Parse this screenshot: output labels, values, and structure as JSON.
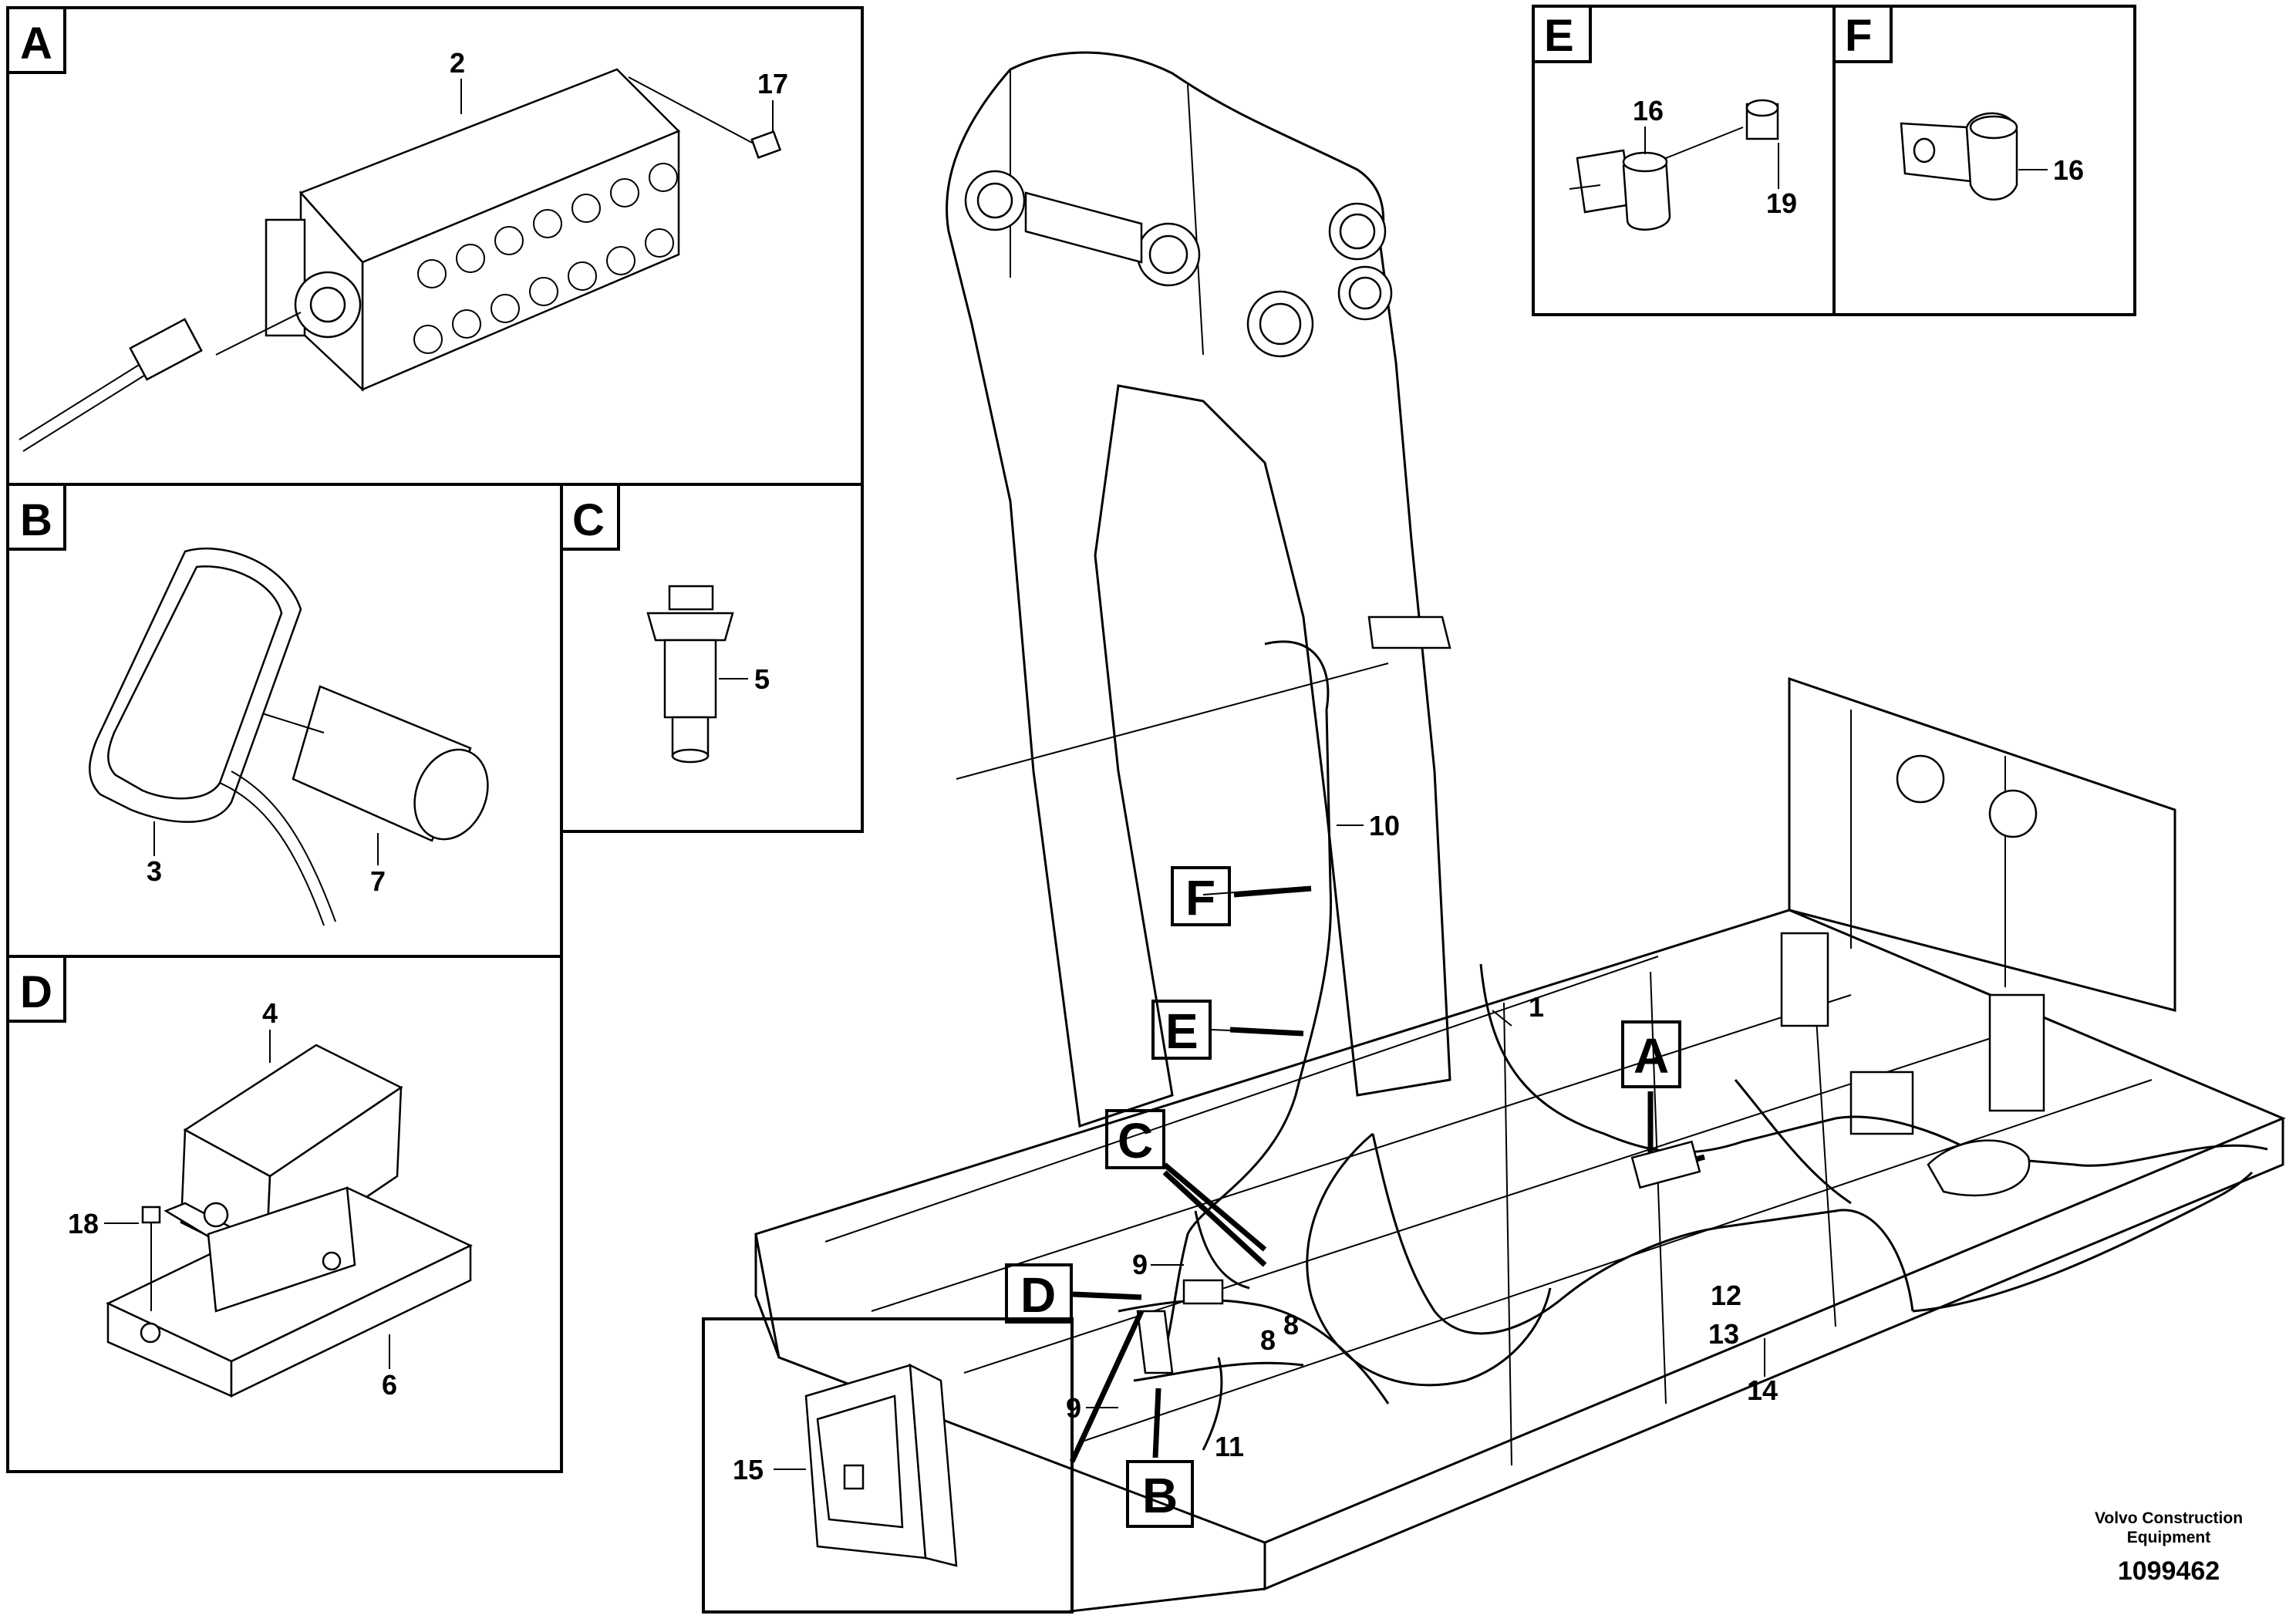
{
  "panels": {
    "A": {
      "letter": "A"
    },
    "B": {
      "letter": "B"
    },
    "C": {
      "letter": "C"
    },
    "D": {
      "letter": "D"
    },
    "E": {
      "letter": "E"
    },
    "F": {
      "letter": "F"
    }
  },
  "callouts": {
    "A": "A",
    "B": "B",
    "C": "C",
    "D": "D",
    "E": "E",
    "F": "F"
  },
  "labels": {
    "n1": "1",
    "n2": "2",
    "n3": "3",
    "n4": "4",
    "n5": "5",
    "n6": "6",
    "n7": "7",
    "n8a": "8",
    "n8b": "8",
    "n9a": "9",
    "n9b": "9",
    "n10": "10",
    "n11": "11",
    "n12": "12",
    "n13": "13",
    "n14": "14",
    "n15": "15",
    "n16a": "16",
    "n16b": "16",
    "n17": "17",
    "n18": "18",
    "n19": "19"
  },
  "footer": {
    "company_line1": "Volvo Construction",
    "company_line2": "Equipment",
    "drawing_number": "1099462"
  }
}
